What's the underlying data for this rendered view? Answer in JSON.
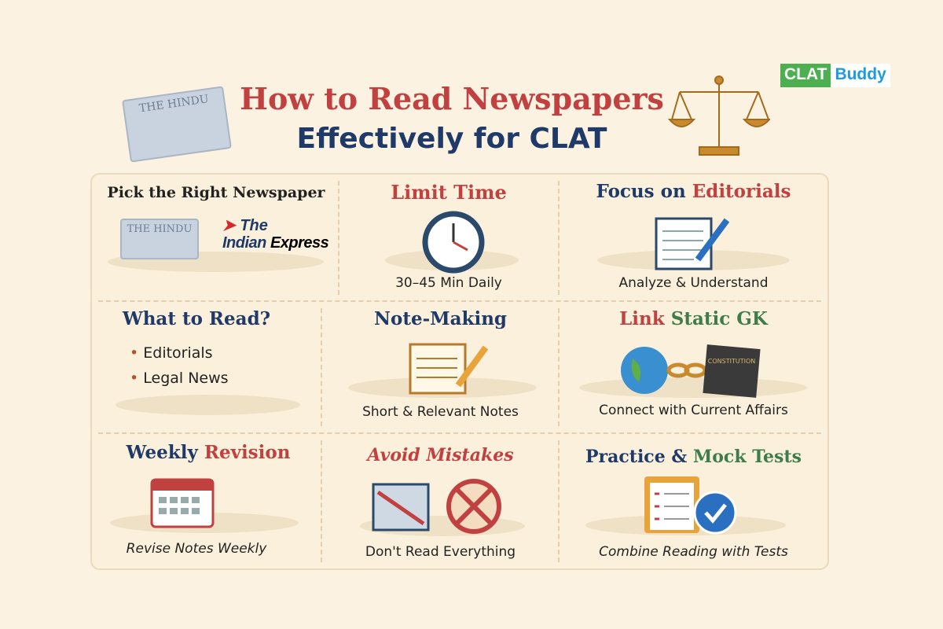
{
  "brand": {
    "part1": "CLAT",
    "part2": "Buddy",
    "colors": {
      "clat_bg": "#4caf50",
      "buddy_text": "#1e9be0"
    }
  },
  "header": {
    "title_line1": "How to Read Newspapers",
    "title_line2": "Effectively for CLAT",
    "newspaper_icon_text": "THE HINDU",
    "icon_right": "scales-of-justice-icon"
  },
  "colors": {
    "navy": "#1f3a68",
    "red": "#c0413f",
    "green": "#3e7d4a",
    "background": "#fcf2e1"
  },
  "tips": {
    "pick": {
      "title": "Pick the Right Newspaper",
      "paper1": "THE HINDU",
      "paper2_line1": "The",
      "paper2_line2a": "Indian",
      "paper2_line2b": "Express"
    },
    "time": {
      "title": "Limit Time",
      "caption": "30–45 Min Daily",
      "icon": "clock-icon"
    },
    "editorials": {
      "title_a": "Focus on",
      "title_b": "Editorials",
      "caption": "Analyze & Understand",
      "icon": "notepad-pen-icon"
    },
    "what": {
      "title": "What to Read?",
      "items": [
        "Editorials",
        "Legal News"
      ]
    },
    "notes": {
      "title": "Note-Making",
      "caption": "Short & Relevant Notes",
      "icon": "notepad-pencil-icon"
    },
    "gk": {
      "title_a": "Link",
      "title_b": "Static GK",
      "caption": "Connect with Current Affairs",
      "book_text": "CONSTITUTION",
      "icon": "globe-chain-book-icon"
    },
    "revision": {
      "title_a": "Weekly",
      "title_b": "Revision",
      "caption": "Revise Notes Weekly",
      "icon": "calendar-icon"
    },
    "mistakes": {
      "title": "Avoid Mistakes",
      "caption": "Don't Read Everything",
      "icon": "no-sign-icon"
    },
    "practice": {
      "title_a": "Practice &",
      "title_b": "Mock Tests",
      "caption": "Combine Reading with Tests",
      "icon": "clipboard-check-icon"
    }
  }
}
